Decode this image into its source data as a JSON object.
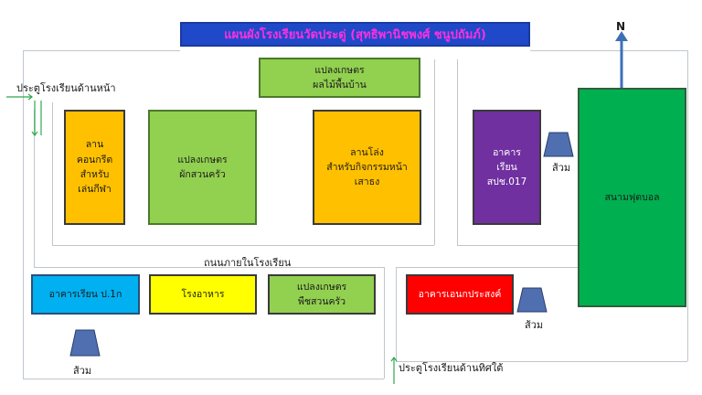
{
  "title": "แผนผังโรงเรียนวัดประดู่ (สุทธิพานิชพงศ์ ชนูปถัมภ์)",
  "north": "N",
  "front_gate": "ประตูโรงเรียนด้านหน้า",
  "south_gate": "ประตูโรงเรียนด้านทิศใต้",
  "inner_road": "ถนนภายในโรงเรียน",
  "toilet": "ส้วม",
  "zones": {
    "fruit_garden": "แปลงเกษตร\nผลไม้พื้นบ้าน",
    "concrete_court": "ลาน\nคอนกรีต\nสำหรับ\nเล่นกีฬา",
    "vegetable_plot": "แปลงเกษตร\nผักสวนครัว",
    "activity_yard": "ลานโล่ง\nสำหรับกิจกรรมหน้า\nเสาธง",
    "building_spch": "อาคาร\nเรียน\nสปช.017",
    "football_field": "สนามฟุตบอล",
    "building_pk": "อาคารเรียน ป.1ก",
    "canteen": "โรงอาหาร",
    "herb_plot": "แปลงเกษตร\nพืชสวนครัว",
    "multipurpose_building": "อาคารเอนกประสงค์"
  },
  "colors": {
    "title_bg": "#1f49c8",
    "title_text": "#ff2fe0",
    "light_green": "#92d050",
    "orange": "#ffc000",
    "purple": "#7030a0",
    "dark_green": "#00b050",
    "blue": "#00b0f0",
    "yellow": "#ffff00",
    "red": "#ff0000",
    "toilet": "#4f6fb0"
  }
}
